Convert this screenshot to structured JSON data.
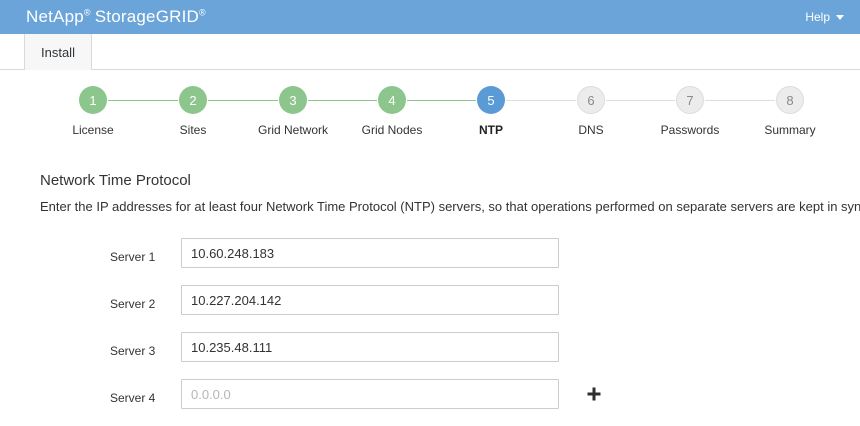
{
  "banner": {
    "brand_netapp": "NetApp",
    "brand_storagegrid": "StorageGRID",
    "reg_mark": "®",
    "help_label": "Help",
    "bg_color": "#6aa4d8"
  },
  "tabs": [
    {
      "label": "Install",
      "active": true
    }
  ],
  "wizard": {
    "colors": {
      "done": "#8cc68c",
      "active": "#5b9bd5",
      "todo": "#ececec"
    },
    "steps": [
      {
        "number": "1",
        "label": "License",
        "state": "done"
      },
      {
        "number": "2",
        "label": "Sites",
        "state": "done"
      },
      {
        "number": "3",
        "label": "Grid Network",
        "state": "done"
      },
      {
        "number": "4",
        "label": "Grid Nodes",
        "state": "done"
      },
      {
        "number": "5",
        "label": "NTP",
        "state": "active"
      },
      {
        "number": "6",
        "label": "DNS",
        "state": "todo"
      },
      {
        "number": "7",
        "label": "Passwords",
        "state": "todo"
      },
      {
        "number": "8",
        "label": "Summary",
        "state": "todo"
      }
    ]
  },
  "content": {
    "title": "Network Time Protocol",
    "description": "Enter the IP addresses for at least four Network Time Protocol (NTP) servers, so that operations performed on separate servers are kept in sync.",
    "servers": [
      {
        "label": "Server 1",
        "value": "10.60.248.183",
        "placeholder": "0.0.0.0",
        "has_add": false
      },
      {
        "label": "Server 2",
        "value": "10.227.204.142",
        "placeholder": "0.0.0.0",
        "has_add": false
      },
      {
        "label": "Server 3",
        "value": "10.235.48.111",
        "placeholder": "0.0.0.0",
        "has_add": false
      },
      {
        "label": "Server 4",
        "value": "",
        "placeholder": "0.0.0.0",
        "has_add": true
      }
    ],
    "add_icon": "plus-icon"
  }
}
